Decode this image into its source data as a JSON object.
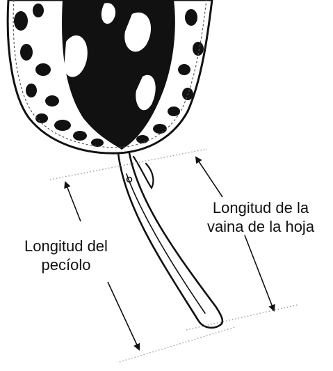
{
  "labels": {
    "sheath_line1": "Longitud de la",
    "sheath_line2": "vaina de la hoja",
    "petiole_line1": "Longitud del",
    "petiole_line2": "pecíolo"
  },
  "colors": {
    "ink": "#111111",
    "paper": "#ffffff",
    "guide": "#9a9a9a"
  }
}
